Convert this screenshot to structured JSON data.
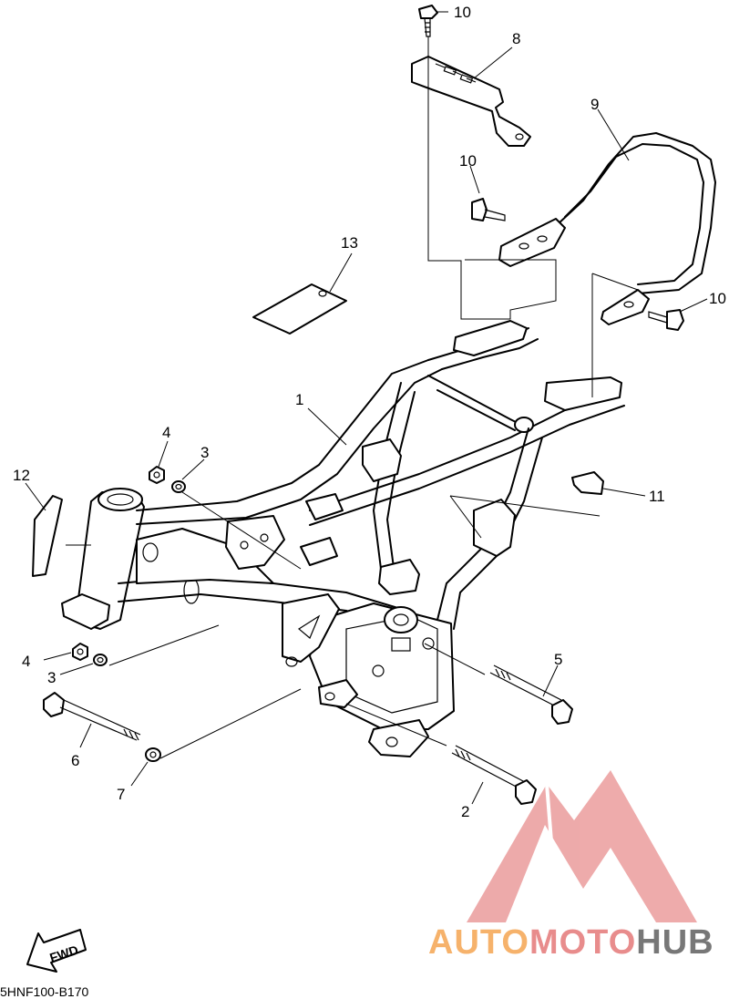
{
  "callouts": [
    {
      "id": "c1",
      "text": "1"
    },
    {
      "id": "c2",
      "text": "2"
    },
    {
      "id": "c3a",
      "text": "3"
    },
    {
      "id": "c3b",
      "text": "3"
    },
    {
      "id": "c4a",
      "text": "4"
    },
    {
      "id": "c4b",
      "text": "4"
    },
    {
      "id": "c5",
      "text": "5"
    },
    {
      "id": "c6",
      "text": "6"
    },
    {
      "id": "c7",
      "text": "7"
    },
    {
      "id": "c8",
      "text": "8"
    },
    {
      "id": "c9",
      "text": "9"
    },
    {
      "id": "c10a",
      "text": "10"
    },
    {
      "id": "c10b",
      "text": "10"
    },
    {
      "id": "c10c",
      "text": "10"
    },
    {
      "id": "c11",
      "text": "11"
    },
    {
      "id": "c12",
      "text": "12"
    },
    {
      "id": "c13",
      "text": "13"
    }
  ],
  "fwd_label": "FWD",
  "diagram_code": "5HNF100-B170",
  "watermark": {
    "word_part1": "AUTO",
    "word_part2": "MOTO",
    "word_part3": "HUB",
    "color_orange": "#f6b26b",
    "color_red": "#e06666",
    "color_gray": "#777777"
  }
}
